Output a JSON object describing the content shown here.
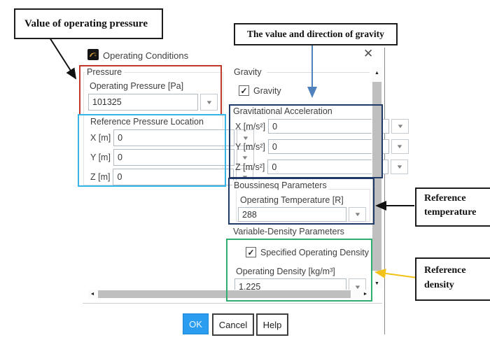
{
  "dialog": {
    "title": "Operating Conditions",
    "icon": "fluent-app-icon"
  },
  "icons": {
    "close": "✕",
    "check": "✓",
    "combo_arrow": "▼",
    "scroll_up": "▲",
    "scroll_down": "▼",
    "scroll_left": "◄",
    "scroll_right": "►"
  },
  "pressure_section": {
    "header": "Pressure",
    "field_label": "Operating Pressure [Pa]",
    "value": "101325"
  },
  "ref_pressure_location": {
    "header": "Reference Pressure Location",
    "fields": [
      {
        "label": "X [m]",
        "value": "0"
      },
      {
        "label": "Y [m]",
        "value": "0"
      },
      {
        "label": "Z [m]",
        "value": "0"
      }
    ]
  },
  "gravity_section": {
    "header": "Gravity",
    "checkbox_label": "Gravity",
    "checked": true,
    "accel": {
      "header": "Gravitational Acceleration",
      "fields": [
        {
          "label": "X [m/s²]",
          "value": "0"
        },
        {
          "label": "Y [m/s²]",
          "value": "0"
        },
        {
          "label": "Z [m/s²]",
          "value": "0"
        }
      ]
    },
    "boussinesq": {
      "header": "Boussinesq Parameters",
      "field_label": "Operating Temperature [R]",
      "value": "288"
    },
    "variable_density": {
      "header": "Variable-Density Parameters",
      "checkbox_label": "Specified Operating Density",
      "checked": true,
      "field_label": "Operating Density [kg/m³]",
      "value": "1.225"
    }
  },
  "buttons": {
    "ok": "OK",
    "cancel": "Cancel",
    "help": "Help"
  },
  "annotations": {
    "operating_pressure": "Value of operating pressure",
    "gravity": "The value and direction of gravity",
    "ref_temperature": {
      "line1": "Reference",
      "line2": "temperature"
    },
    "ref_density": {
      "line1": "Reference",
      "line2": "density"
    }
  },
  "colors": {
    "pressure_highlight": "#c0392b",
    "ref_pressure_highlight": "#35b5e8",
    "gravity_highlight": "#1f3a68",
    "boussinesq_highlight": "#1f3a68",
    "density_highlight": "#2fae6e",
    "gravity_arrow": "#4f81bd",
    "density_arrow": "#f2c218",
    "temperature_arrow": "#111111",
    "ok_button": "#2b9df0"
  }
}
